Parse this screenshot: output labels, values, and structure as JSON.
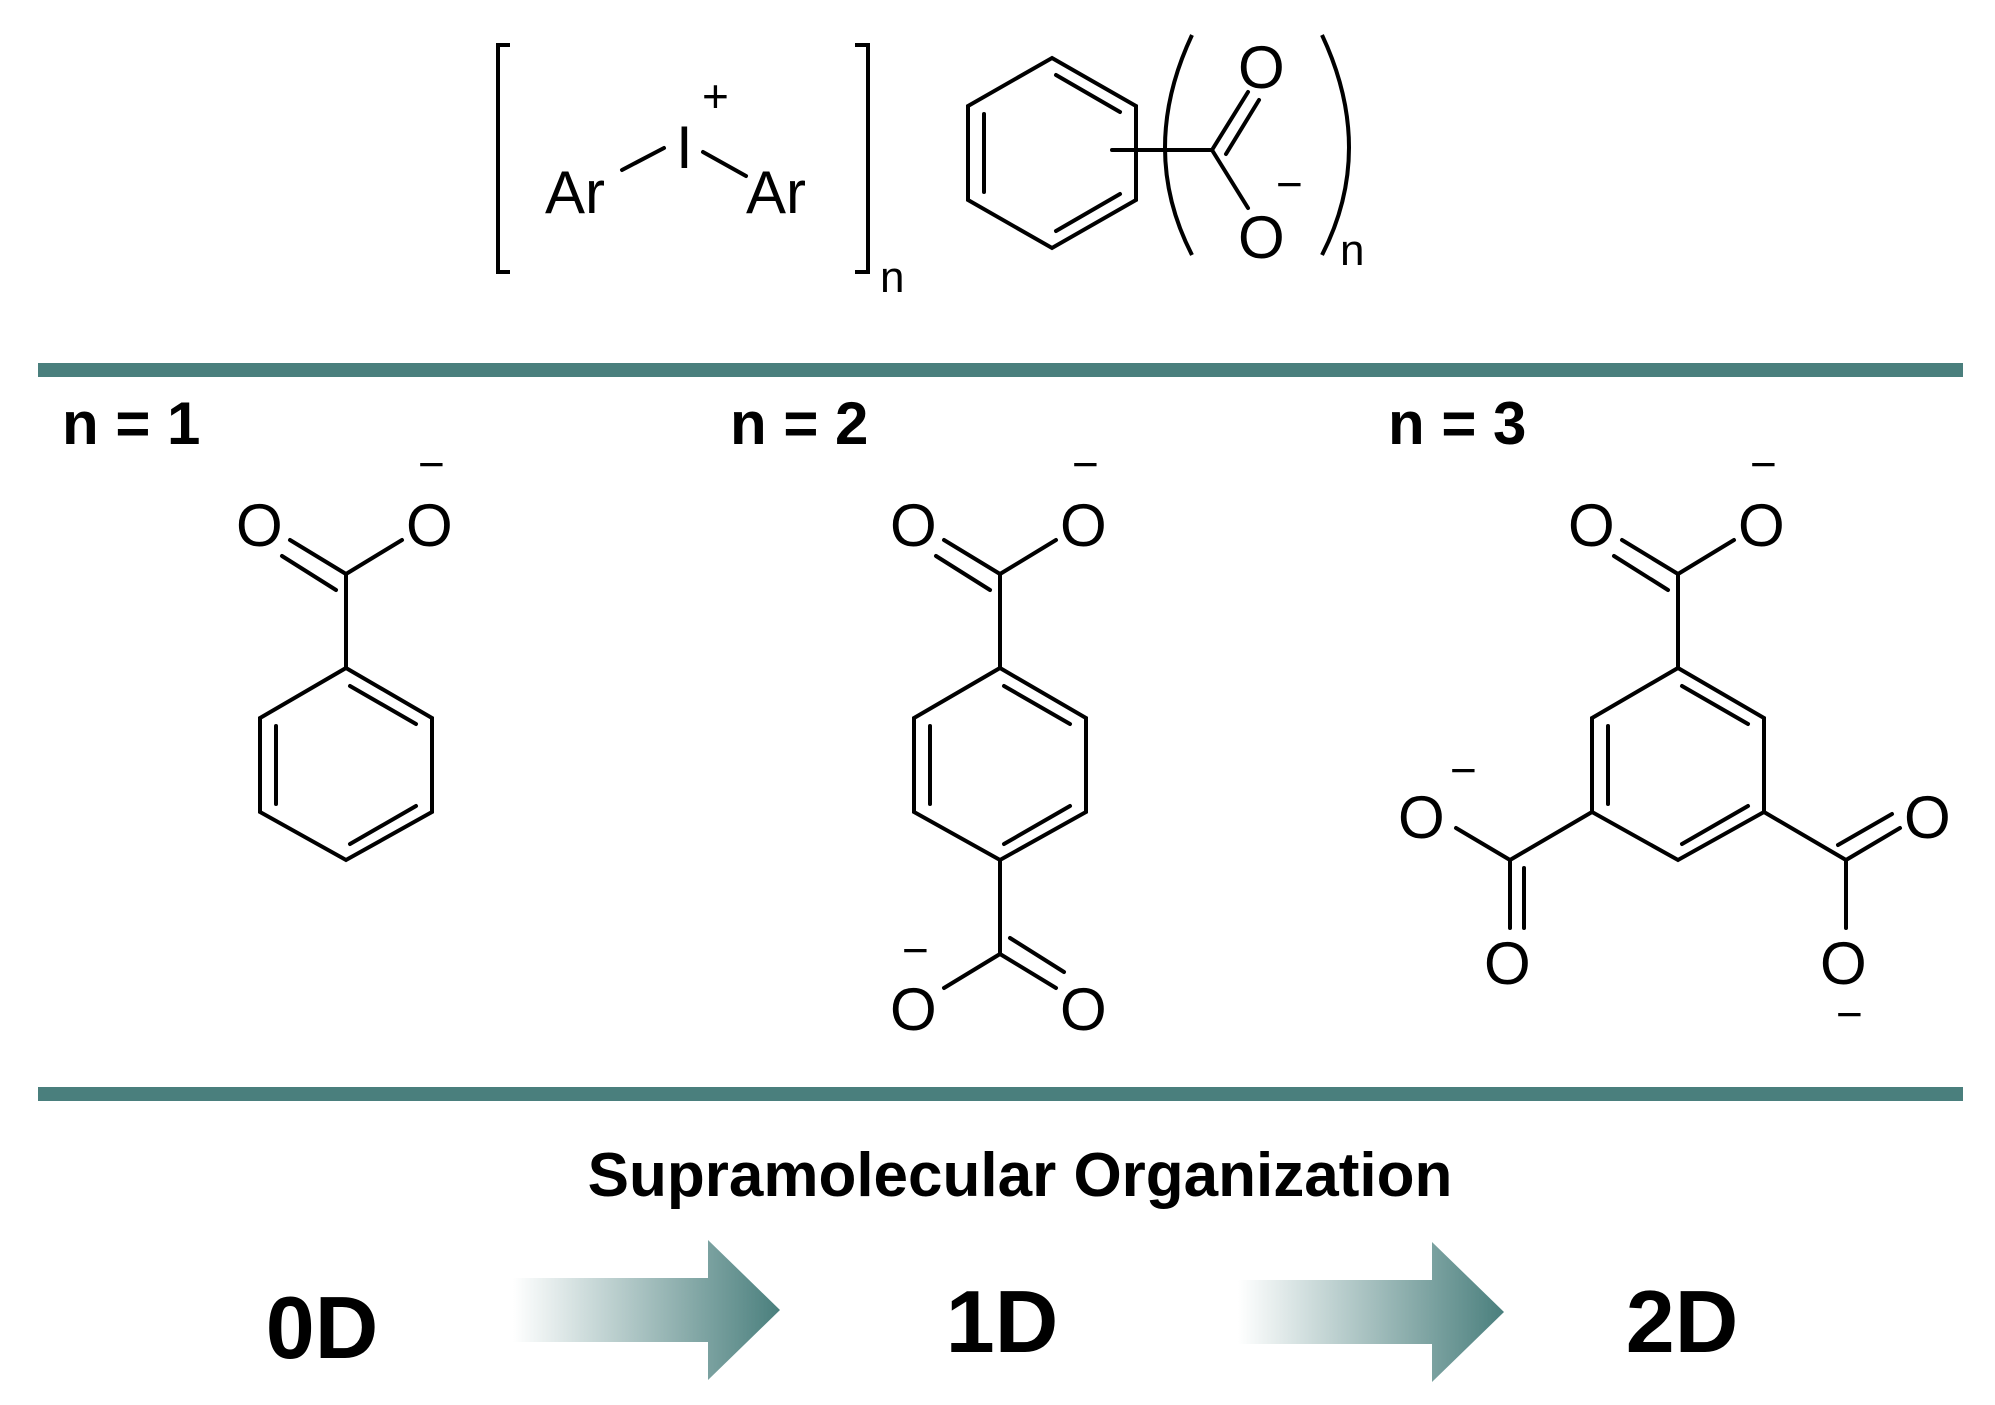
{
  "colors": {
    "divider": "#4a7f7d",
    "arrow": "#4a7f7d",
    "ink": "#000000"
  },
  "header_formula": {
    "aryl_left": "Ar",
    "iodine": "I",
    "cation_charge": "+",
    "aryl_right": "Ar",
    "subscript_left": "n",
    "carbonyl_oxygen": "O",
    "carboxylate_oxygen": "O",
    "anion_charge": "−",
    "subscript_right": "n"
  },
  "panels": [
    {
      "label": "n = 1",
      "oxygens": [
        "O",
        "O"
      ],
      "charges": [
        "−"
      ]
    },
    {
      "label": "n = 2",
      "oxygens": [
        "O",
        "O",
        "O",
        "O"
      ],
      "charges": [
        "−",
        "−"
      ]
    },
    {
      "label": "n = 3",
      "oxygens": [
        "O",
        "O",
        "O",
        "O",
        "O",
        "O"
      ],
      "charges": [
        "−",
        "−",
        "−"
      ]
    }
  ],
  "organization": {
    "title": "Supramolecular Organization",
    "stages": [
      "0D",
      "1D",
      "2D"
    ]
  }
}
